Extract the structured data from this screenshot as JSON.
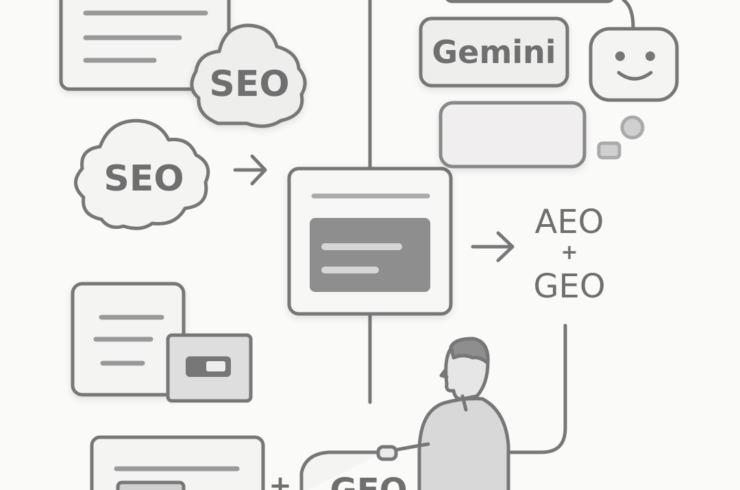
{
  "labels": {
    "seo_top": "SEO",
    "seo_left": "SEO",
    "gemini": "Gemini",
    "aeo": "AEO",
    "plus": "+",
    "geo": "GEO",
    "bottom_plus": "+",
    "bottom_geo": "GEO"
  },
  "colors": {
    "stroke": "#777777",
    "fill_light": "#eeeeee",
    "fill_mid": "#d6d6d6",
    "fill_dark": "#8e8e8e",
    "text": "#6f6f6f",
    "background": "#fafaf8"
  },
  "icons": [
    "document-icon",
    "cloud-icon",
    "arrow-right-icon",
    "browser-window-icon",
    "robot-face-icon",
    "chat-bubble-icon",
    "person-icon"
  ]
}
